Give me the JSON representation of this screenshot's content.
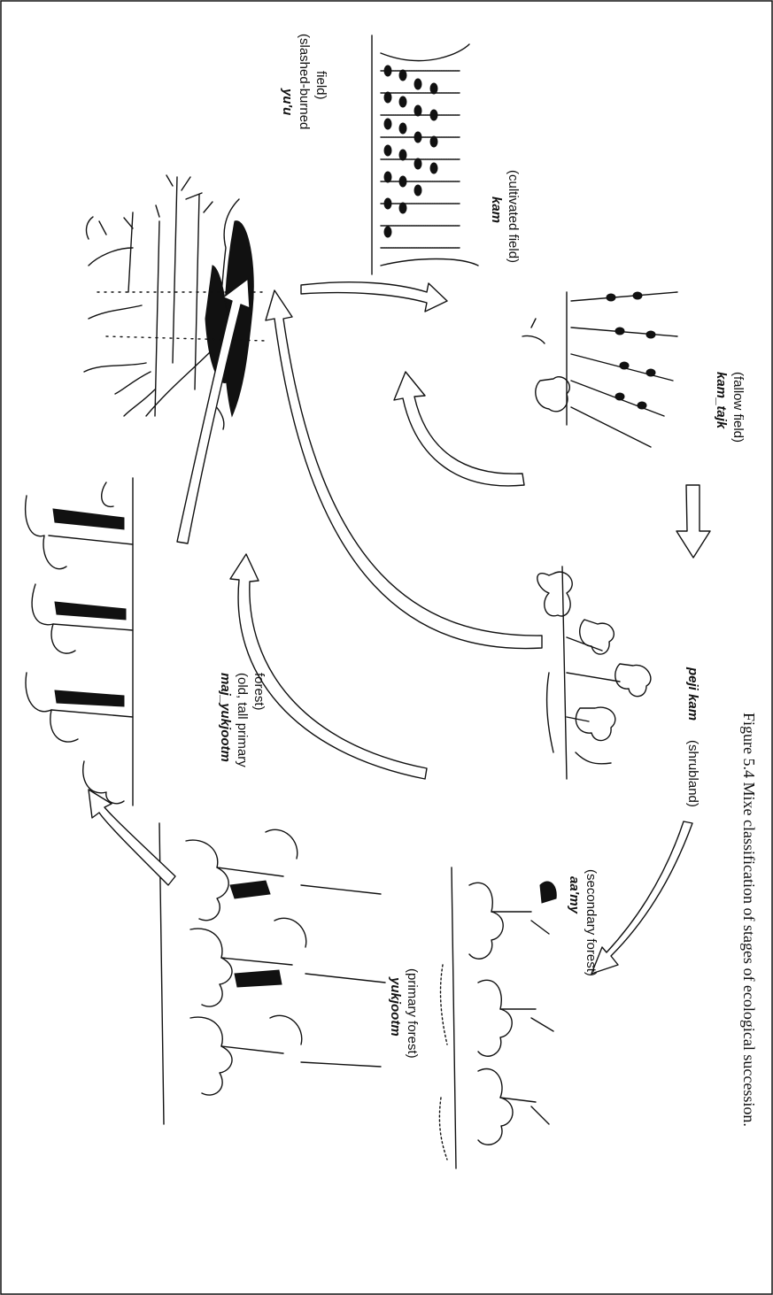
{
  "caption": "Figure 5.4 Mixe classification of stages of ecological succession.",
  "stages": {
    "yuu": {
      "name": "yu'u",
      "gloss": [
        "(slashed-burned",
        "field)"
      ]
    },
    "kam": {
      "name": "kam",
      "gloss": [
        "(cultivated field)"
      ]
    },
    "kam_tajk": {
      "name": "kam_tajk",
      "gloss": [
        "(fallow field)"
      ]
    },
    "peji_kam": {
      "name": "peji kam",
      "gloss": [
        "(shrubland)"
      ]
    },
    "aamy": {
      "name": "aa'my",
      "gloss": [
        "(secondary forest)"
      ]
    },
    "yukjootm": {
      "name": "yukjootm",
      "gloss": [
        "(primary forest)"
      ]
    },
    "maj_yukjootm": {
      "name": "maj_yukjootm",
      "gloss": [
        "(old, tall primary",
        "forest)"
      ]
    }
  },
  "colors": {
    "ink": "#111111",
    "paper": "#ffffff"
  }
}
